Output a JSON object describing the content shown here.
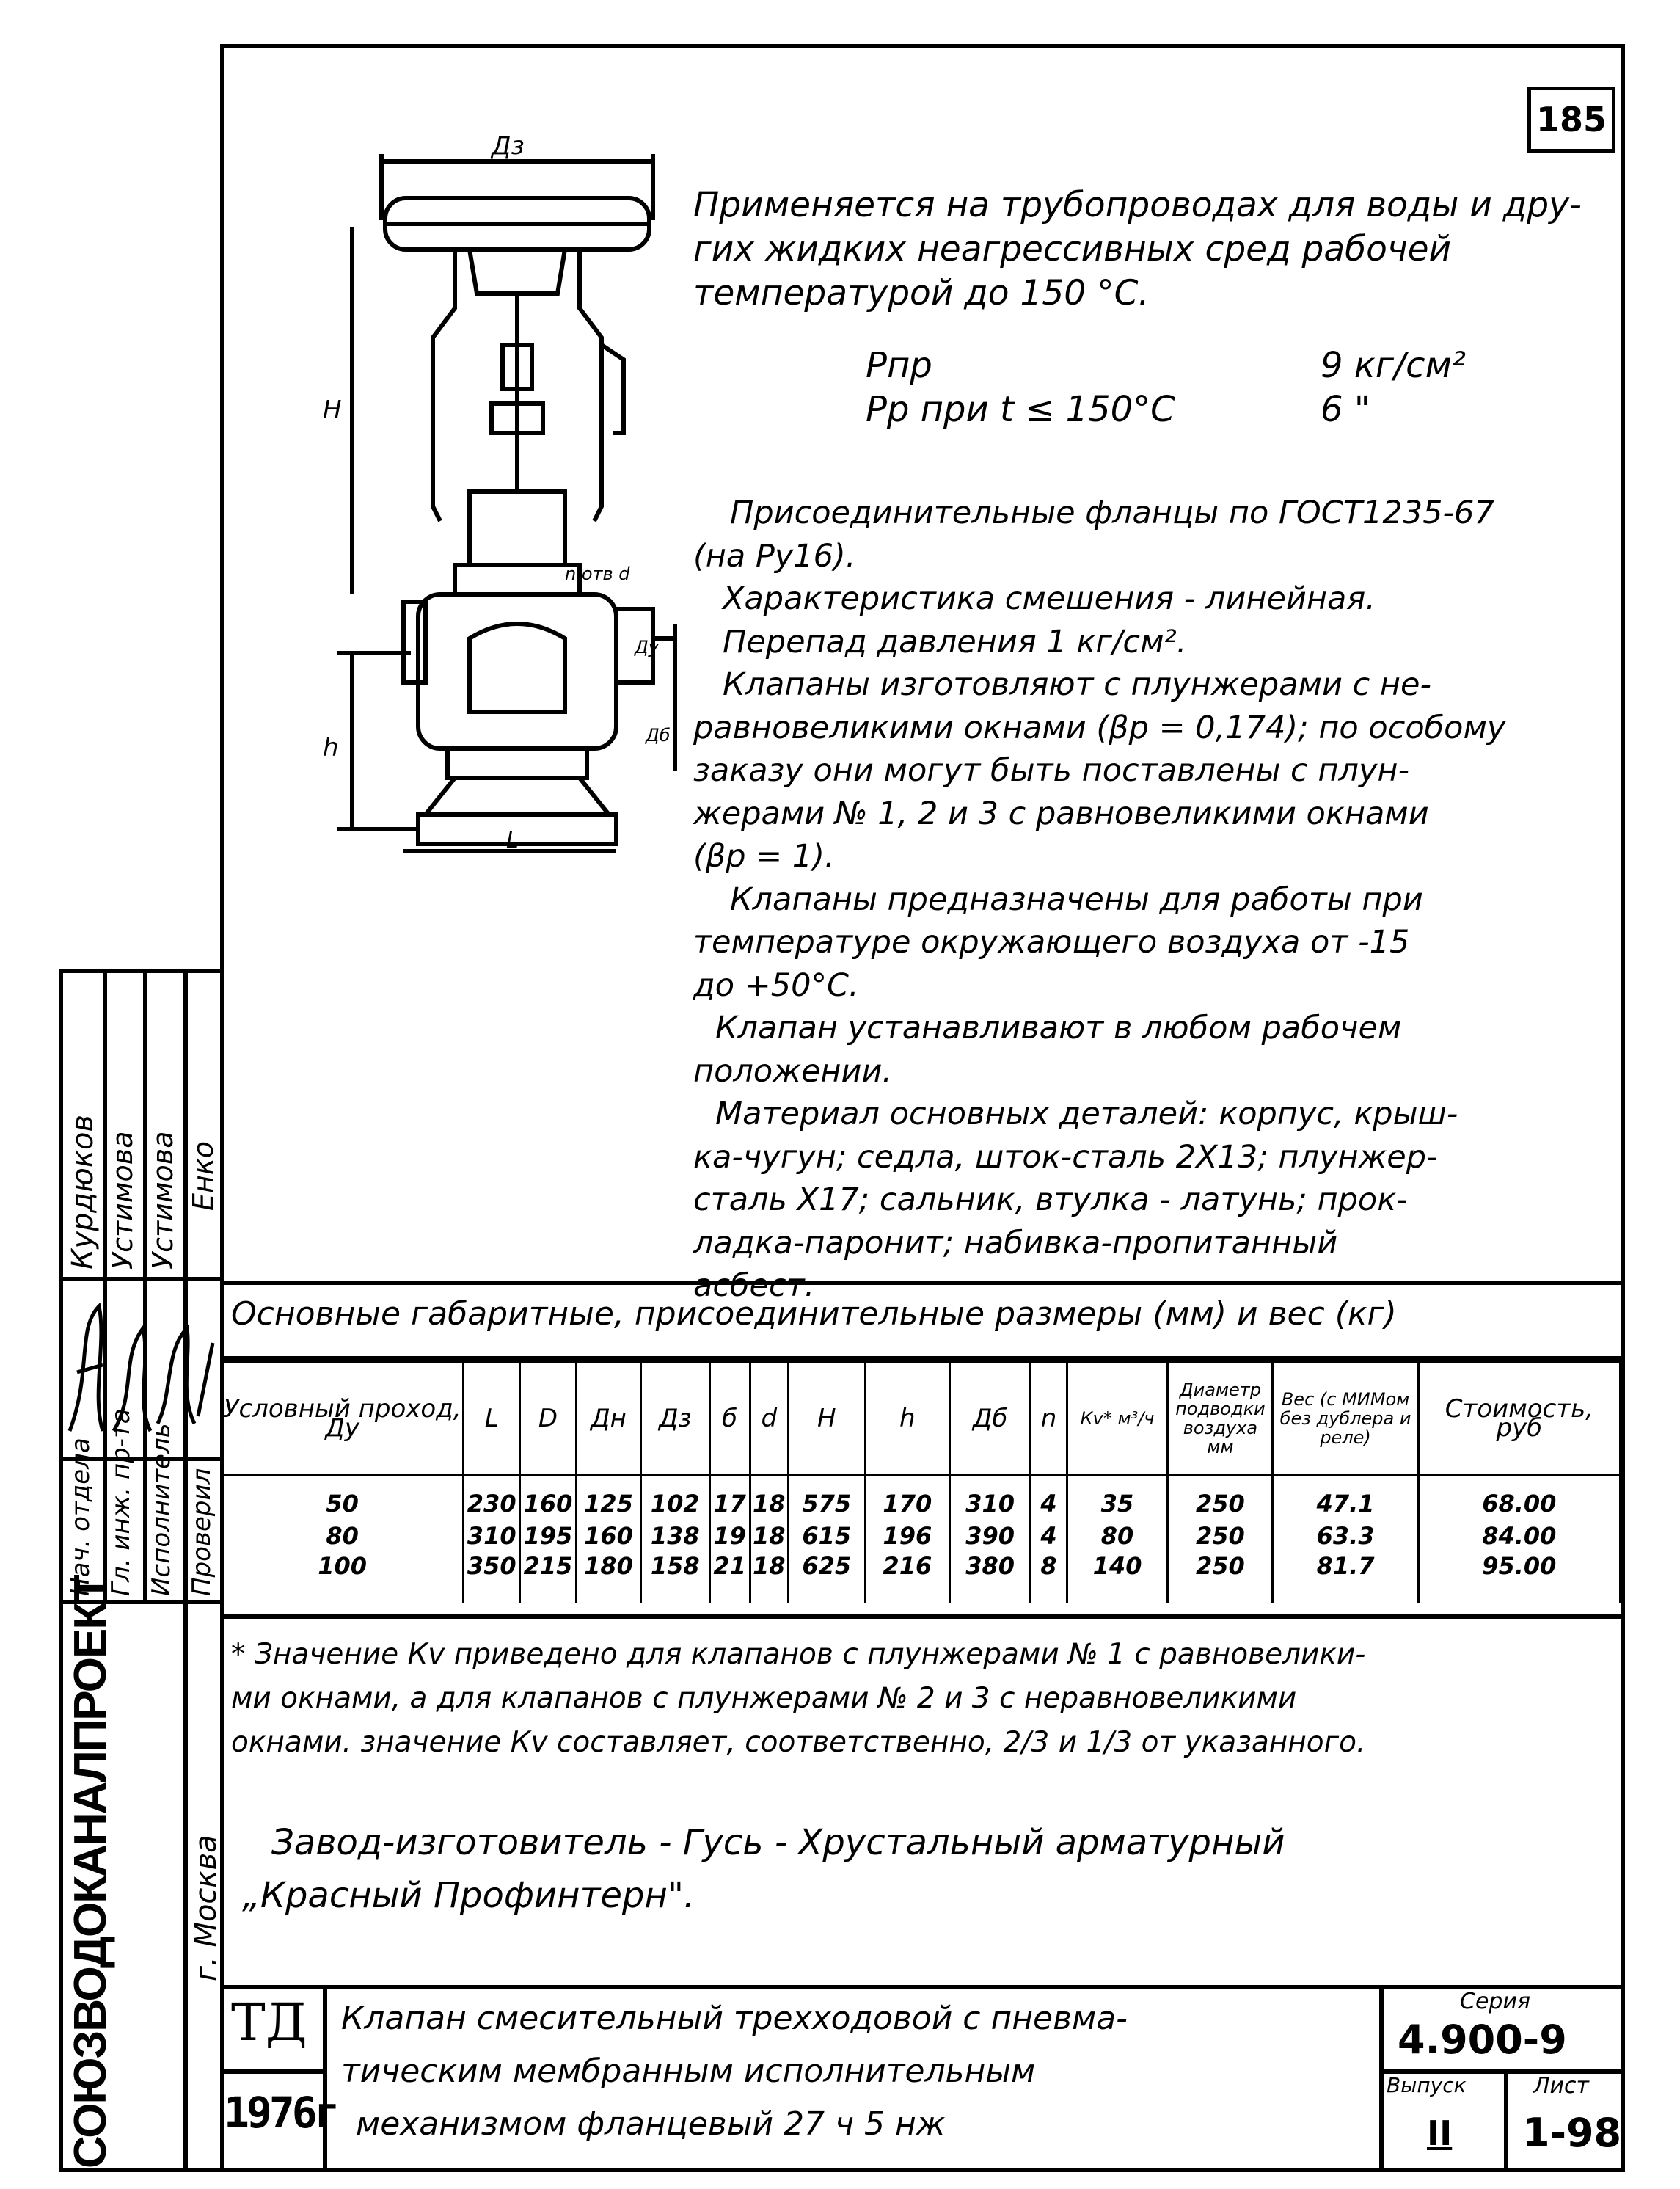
{
  "sheet_number": "185",
  "intro": [
    "Применяется на трубопроводах для воды и дру-",
    "гих жидких неагрессивных сред рабочей",
    "температурой до 150 °C."
  ],
  "pressure": {
    "ppr_label": "Рпр",
    "ppr_value": "9 кг/см²",
    "pp_label": "Рр при t ≤ 150°C",
    "pp_value": "6   \""
  },
  "description": [
    "Присоединительные фланцы по ГОСТ1235-67",
    "(на Ру16).",
    "Характеристика смешения - линейная.",
    "Перепад давления 1 кг/см².",
    "Клапаны изготовляют с плунжерами с не-",
    "равновеликими окнами (βр = 0,174); по особому",
    "заказу они могут быть поставлены с плун-",
    "жерами № 1, 2 и 3 с равновеликими окнами",
    "(βр = 1).",
    "Клапаны предназначены для работы при",
    "температуре окружающего воздуха от -15",
    "до +50°C.",
    "Клапан устанавливают в любом рабочем",
    "положении.",
    "Материал основных деталей: корпус, крыш-",
    "ка-чугун; седла, шток-сталь 2Х13; плунжер-",
    "сталь Х17; сальник, втулка - латунь; прок-",
    "ладка-паронит; набивка-пропитанный",
    "асбест."
  ],
  "drawing": {
    "dim_top": "Дз",
    "dim_h_upper": "H",
    "dim_h_lower": "h",
    "dim_l": "L",
    "dim_nd": "n отв d",
    "dim_dy": "Ду",
    "dim_d6": "Дб"
  },
  "table_title": "Основные габаритные, присоединительные размеры (мм) и вес (кг)",
  "table": {
    "headers": [
      "Условный проход, Ду",
      "L",
      "D",
      "Дн",
      "Дз",
      "б",
      "d",
      "H",
      "h",
      "Дб",
      "n",
      "Кv* м³/ч",
      "Диаметр подводки воздуха мм",
      "Вес (с МИМом без дублера и реле)",
      "Стоимость, руб"
    ],
    "rows": [
      [
        "50",
        "230",
        "160",
        "125",
        "102",
        "17",
        "18",
        "575",
        "170",
        "310",
        "4",
        "35",
        "250",
        "47.1",
        "68.00"
      ],
      [
        "80",
        "310",
        "195",
        "160",
        "138",
        "19",
        "18",
        "615",
        "196",
        "390",
        "4",
        "80",
        "250",
        "63.3",
        "84.00"
      ],
      [
        "100",
        "350",
        "215",
        "180",
        "158",
        "21",
        "18",
        "625",
        "216",
        "380",
        "8",
        "140",
        "250",
        "81.7",
        "95.00"
      ]
    ]
  },
  "footnote": [
    "* Значение Кv приведено для клапанов с плунжерами № 1 с равновелики-",
    "ми окнами, а для клапанов с плунжерами № 2 и 3 с неравновеликими",
    "окнами. значение Кv составляет, соответственно, 2/3 и 1/3 от указанного."
  ],
  "manufacturer": [
    "Завод-изготовитель - Гусь - Хрустальный арматурный",
    "„Красный Профинтерн\"."
  ],
  "stamp": {
    "roles": [
      "Нач. отдела",
      "Гл. инж. пр-та",
      "Исполнитель",
      "Проверил"
    ],
    "names": [
      "Курдюков",
      "Устимова",
      "Устимова",
      "Енко"
    ],
    "org": "СОЮЗВОДОКАНАЛПРОЕКТ",
    "city": "г. Москва"
  },
  "title_block": {
    "td": "ТД",
    "year": "1976г",
    "name": [
      "Клапан смесительный трехходовой с пневма-",
      "тическим мембранным исполнительным",
      "механизмом фланцевый 27 ч 5 нж"
    ],
    "series_label": "Серия",
    "series": "4.900-9",
    "issue_label": "Выпуск",
    "issue": "II",
    "sheet_label": "Лист",
    "sheet": "1-98"
  }
}
